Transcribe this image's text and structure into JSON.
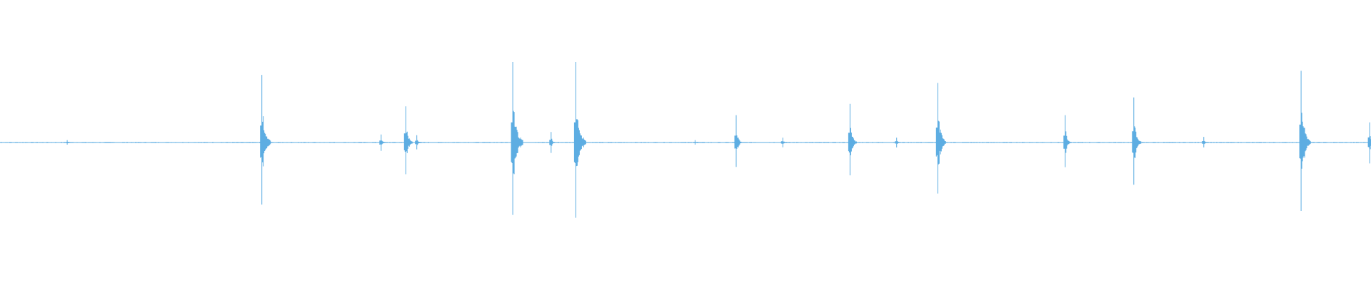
{
  "chart_data": {
    "type": "line",
    "style": "audio-waveform",
    "color": "#5dade2",
    "background": "#ffffff",
    "grid": false,
    "legend": "none",
    "axes_visible": false,
    "xlim": [
      0,
      1
    ],
    "ylim": [
      -1,
      1
    ],
    "baseline_amplitude": 0.006,
    "series": [
      {
        "x": [
          0.049,
          0.191,
          0.278,
          0.296,
          0.304,
          0.374,
          0.402,
          0.42,
          0.507,
          0.537,
          0.571,
          0.62,
          0.654,
          0.684,
          0.777,
          0.827,
          0.878,
          0.949,
          0.999
        ],
        "y": [
          0.03,
          0.84,
          0.1,
          0.45,
          0.09,
          1.0,
          0.13,
          1.0,
          0.03,
          0.34,
          0.06,
          0.48,
          0.06,
          0.74,
          0.34,
          0.56,
          0.07,
          0.89,
          0.25
        ]
      }
    ]
  }
}
